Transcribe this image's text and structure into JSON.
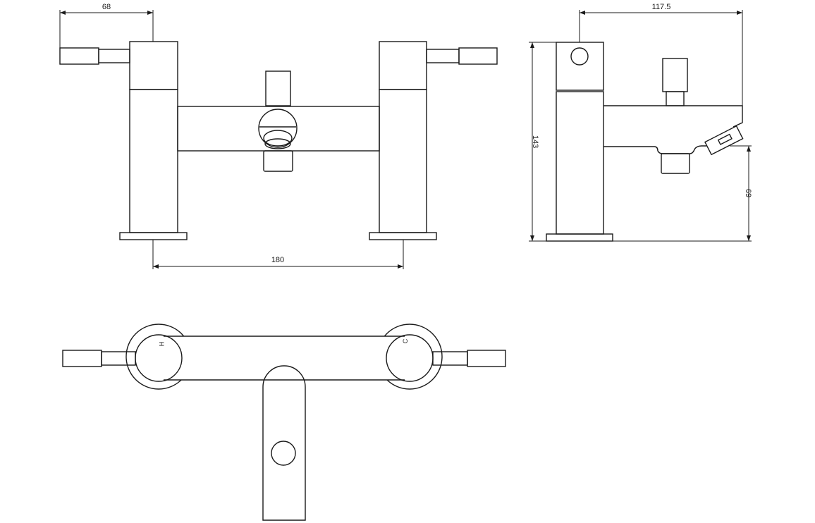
{
  "drawing": {
    "front_view": {
      "width_dim": "68",
      "centres_dim": "180"
    },
    "side_view": {
      "depth_dim": "117.5",
      "height_dim": "143",
      "spout_height_dim": "69"
    },
    "plan_view": {
      "hot_mark": "H",
      "cold_mark": "C"
    }
  }
}
